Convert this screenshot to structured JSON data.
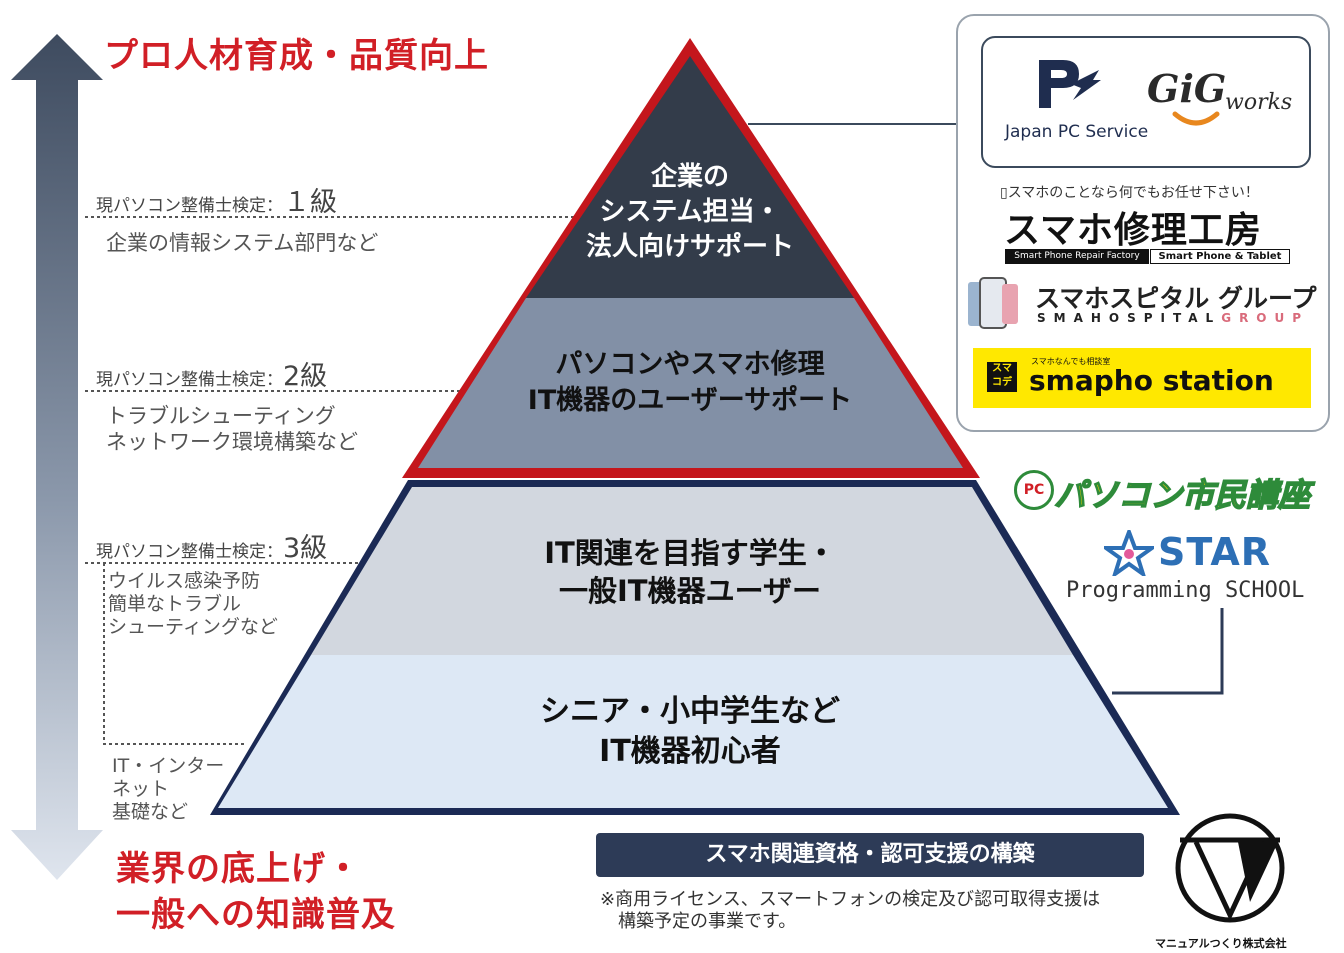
{
  "header": {
    "top_title": "プロ人材育成・品質向上",
    "bottom_title": "業界の底上げ・\n一般への知識普及"
  },
  "levels": [
    {
      "label": "現パソコン整備士検定：",
      "grade": "１級",
      "desc": "企業の情報システム部門など"
    },
    {
      "label": "現パソコン整備士検定：",
      "grade": "2級",
      "desc": "トラブルシューティング\nネットワーク環境構築など"
    },
    {
      "label": "現パソコン整備士検定：",
      "grade": "3級",
      "desc": "ウイルス感染予防\n簡単なトラブル\nシューティングなど"
    },
    {
      "label": "",
      "grade": "",
      "desc": "IT・インター\nネット\n基礎など"
    }
  ],
  "pyramid": {
    "tier1": "企業の\nシステム担当・\n法人向けサポート",
    "tier2": "パソコンやスマホ修理\nIT機器のユーザーサポート",
    "tier3": "IT関連を目指す学生・\n一般IT機器ユーザー",
    "tier4": "シニア・小中学生など\nIT機器初心者"
  },
  "colors": {
    "tier1": "#333c4a",
    "tier2": "#8290a6",
    "tier3": "#d2d7df",
    "tier4": "#dde8f5",
    "red_border": "#c4161c",
    "navy_border": "#1b2a55",
    "accent_red": "#d11f26"
  },
  "logos": {
    "jpc_text": "Japan PC Service",
    "gig": "GiG",
    "gig_works": "works",
    "smapho_repair_tag": "スマホのことなら何でもお任せ下さい！",
    "smapho_repair_title": "スマホ修理工房",
    "smapho_repair_sub1": "Smart Phone Repair Factory",
    "smapho_repair_sub2": "Smart Phone & Tablet",
    "smahospital_jp": "スマホスピタル グループ",
    "smahospital_en_a": "SMAHOSPITAL",
    "smahospital_en_b": "GROUP",
    "smapho_station_small": "スマホなんでも相談室",
    "smapho_station_icon": "スマ\nコデ",
    "smapho_station": "smapho station",
    "pc_school": "パソコン市民講座",
    "pc_badge": "PC",
    "star": "STAR",
    "star_sub": "Programming SCHOOL",
    "company": "マニュアルつくり株式会社"
  },
  "support": {
    "title": "スマホ関連資格・認可支援の構築",
    "note": "※商用ライセンス、スマートフォンの検定及び認可取得支援は\n　構築予定の事業です。"
  }
}
